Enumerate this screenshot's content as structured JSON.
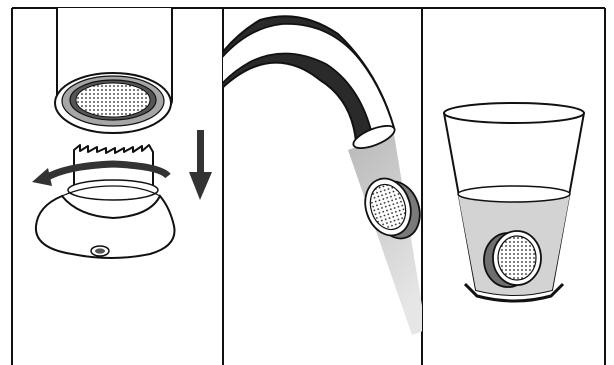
{
  "figure": {
    "panels": [
      {
        "id": "remove-aerator",
        "icons": [
          "faucet-spout-icon",
          "aerator-screen-icon",
          "aerator-tool-icon",
          "rotate-arrow-icon",
          "down-arrow-icon"
        ]
      },
      {
        "id": "rinse-aerator",
        "icons": [
          "curved-faucet-icon",
          "water-stream-icon",
          "aerator-screen-icon"
        ]
      },
      {
        "id": "soak-aerator",
        "icons": [
          "glass-icon",
          "water-level-icon",
          "aerator-screen-icon"
        ]
      }
    ],
    "colors": {
      "line": "#111111",
      "light_gray": "#d9d9d9",
      "mid_gray": "#a6a6a6",
      "dark_gray": "#4d4d4d",
      "water": "#c8c8c8",
      "background": "#ffffff"
    }
  }
}
